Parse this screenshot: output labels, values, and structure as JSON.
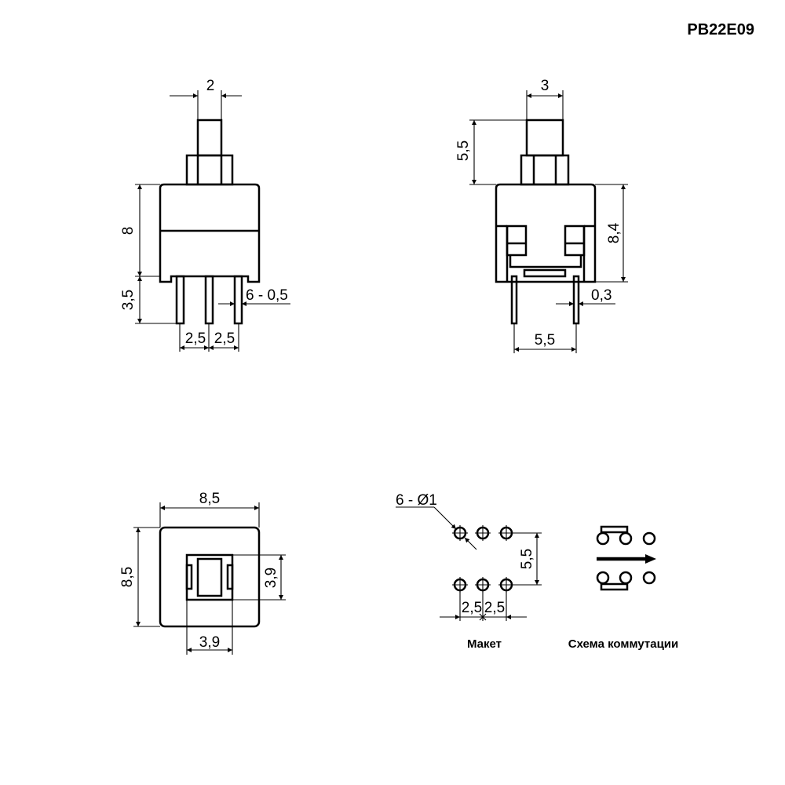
{
  "header": {
    "part_number": "PB22E09"
  },
  "front_view": {
    "stem_width": "2",
    "body_height": "8",
    "pin_length": "3,5",
    "pins": "6 - 0,5",
    "pitch_left": "2,5",
    "pitch_right": "2,5"
  },
  "side_view": {
    "stem_width": "3",
    "stem_height": "5,5",
    "body_height": "8,4",
    "pin_thickness": "0,3",
    "pin_span": "5,5"
  },
  "top_view": {
    "width": "8,5",
    "height": "8,5",
    "button_height": "3,9",
    "button_width": "3,9"
  },
  "layout": {
    "holes": "6 - Ø1",
    "row_spacing": "5,5",
    "pitch_left": "2,5",
    "pitch_right": "2,5",
    "caption": "Макет"
  },
  "schematic": {
    "caption": "Схема коммутации"
  }
}
